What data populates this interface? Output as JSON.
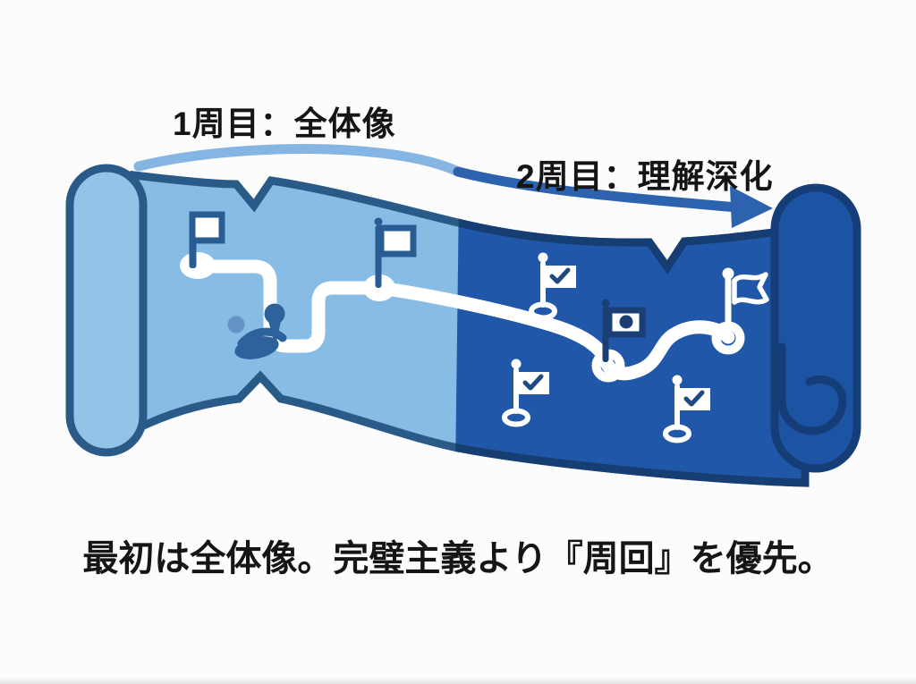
{
  "labels": {
    "phase1": "1周目：全体像",
    "phase2": "2周目：理解深化",
    "caption": "最初は全体像。完璧主義より『周回』を優先。"
  },
  "colors": {
    "background": "#fcfcfc",
    "text": "#151515",
    "arc_light": "#85b5e2",
    "arc_dark": "#2d63ae",
    "map_light": "#87bde4",
    "map_light_outline": "#2a5b88",
    "map_dark": "#2057a8",
    "map_dark_outline": "#173e73",
    "roll_light": "#93c3e7",
    "roll_dark": "#1c54a3",
    "roll_dark_outline": "#153e78",
    "route": "#ffffff",
    "flag_navy": "#2a5c94",
    "flag_dark": "#1b3f75",
    "check": "#20497f",
    "figure_dark": "#2e629c",
    "figure_light": "#6494c6"
  },
  "diagram": {
    "type": "two-pass-learning-journey-scroll-map",
    "phases": [
      {
        "order": 1,
        "label": "1周目：全体像",
        "region": "light-blue-left-half"
      },
      {
        "order": 2,
        "label": "2周目：理解深化",
        "region": "dark-blue-right-half"
      }
    ],
    "map": {
      "style": "unrolled scroll / parchment banner with rolled ends",
      "route_markers": [
        {
          "name": "start-flag",
          "type": "outlined-flag-on-white-node",
          "region": "light"
        },
        {
          "name": "waypoint-flag",
          "type": "outlined-flag-on-white-node",
          "region": "light"
        },
        {
          "name": "traveler",
          "type": "person-silhouette-with-location-pin",
          "region": "light"
        },
        {
          "name": "dot-flag-checkpoint",
          "type": "flag-with-dot-on-ring-node",
          "region": "dark"
        },
        {
          "name": "goal-pennant",
          "type": "wavy-pennant-on-ring-node",
          "region": "dark"
        },
        {
          "name": "checked-flag-1",
          "type": "check-flag-marker",
          "region": "dark"
        },
        {
          "name": "checked-flag-2",
          "type": "check-flag-marker",
          "region": "dark"
        },
        {
          "name": "checked-flag-3",
          "type": "check-flag-marker",
          "region": "dark"
        }
      ]
    }
  }
}
